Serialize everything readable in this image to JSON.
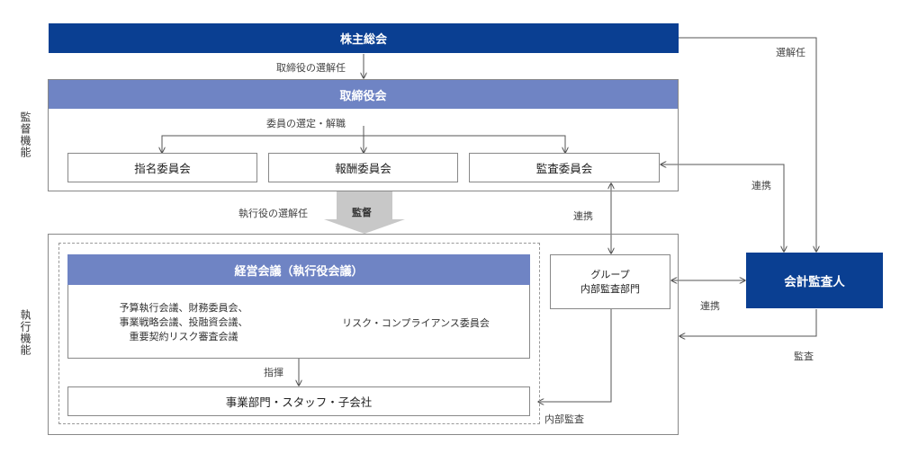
{
  "nodes": {
    "shareholders": "株主総会",
    "board": "取締役会",
    "nomination": "指名委員会",
    "compensation": "報酬委員会",
    "audit_committee": "監査委員会",
    "management_meeting": "経営会議（執行役会議）",
    "meetings_list": [
      "予算執行会議、財務委員会、",
      "事業戦略会議、投融資会議、",
      "重要契約リスク審査会議"
    ],
    "risk_committee": "リスク・コンプライアンス委員会",
    "departments": "事業部門・スタッフ・子会社",
    "internal_audit": [
      "グループ",
      "内部監査部門"
    ],
    "accounting_auditor": "会計監査人"
  },
  "side_labels": {
    "supervision": "監督機能",
    "execution": "執行機能"
  },
  "edge_labels": {
    "elect_directors": "取締役の選解任",
    "elect_auditor": "選解任",
    "committee_selection": "委員の選定・解職",
    "elect_officers": "執行役の選解任",
    "supervise": "監督",
    "cooperate_1": "連携",
    "cooperate_2": "連携",
    "cooperate_3": "連携",
    "audit": "監査",
    "command": "指揮",
    "internal_audit": "内部監査"
  },
  "colors": {
    "dark_blue": "#0a3f92",
    "light_blue": "#6f84c4",
    "line": "#555555",
    "supervise_arrow": "#c8c8c8"
  }
}
